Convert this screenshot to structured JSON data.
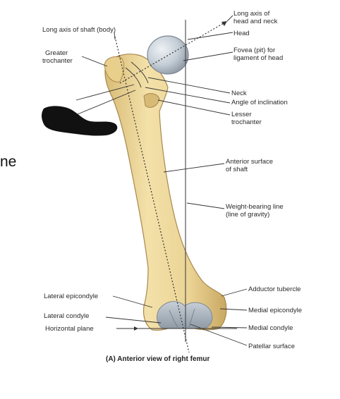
{
  "labels": {
    "long_axis_shaft": "Long axis of shaft (body)",
    "long_axis_head_neck_1": "Long axis of",
    "long_axis_head_neck_2": "head and neck",
    "head": "Head",
    "fovea_1": "Fovea (pit) for",
    "fovea_2": "ligament of head",
    "greater_trochanter_1": "Greater",
    "greater_trochanter_2": "trochanter",
    "neck": "Neck",
    "angle_inclination": "Angle of inclination",
    "lesser_trochanter_1": "Lesser",
    "lesser_trochanter_2": "trochanter",
    "anterior_surface_1": "Anterior surface",
    "anterior_surface_2": "of shaft",
    "weight_line_1": "Weight-bearing line",
    "weight_line_2": "(line of gravity)",
    "adductor_tubercle": "Adductor tubercle",
    "lateral_epicondyle": "Lateral epicondyle",
    "medial_epicondyle": "Medial epicondyle",
    "lateral_condyle": "Lateral condyle",
    "medial_condyle": "Medial condyle",
    "horizontal_plane": "Horizontal plane",
    "patellar_surface": "Patellar surface"
  },
  "caption": "(A) Anterior view of right femur",
  "fragment_text": "ne",
  "colors": {
    "bone": "#ecd79a",
    "bone_dark": "#c9a862",
    "cartilage": "#b9c4cf",
    "redaction": "#111111"
  }
}
